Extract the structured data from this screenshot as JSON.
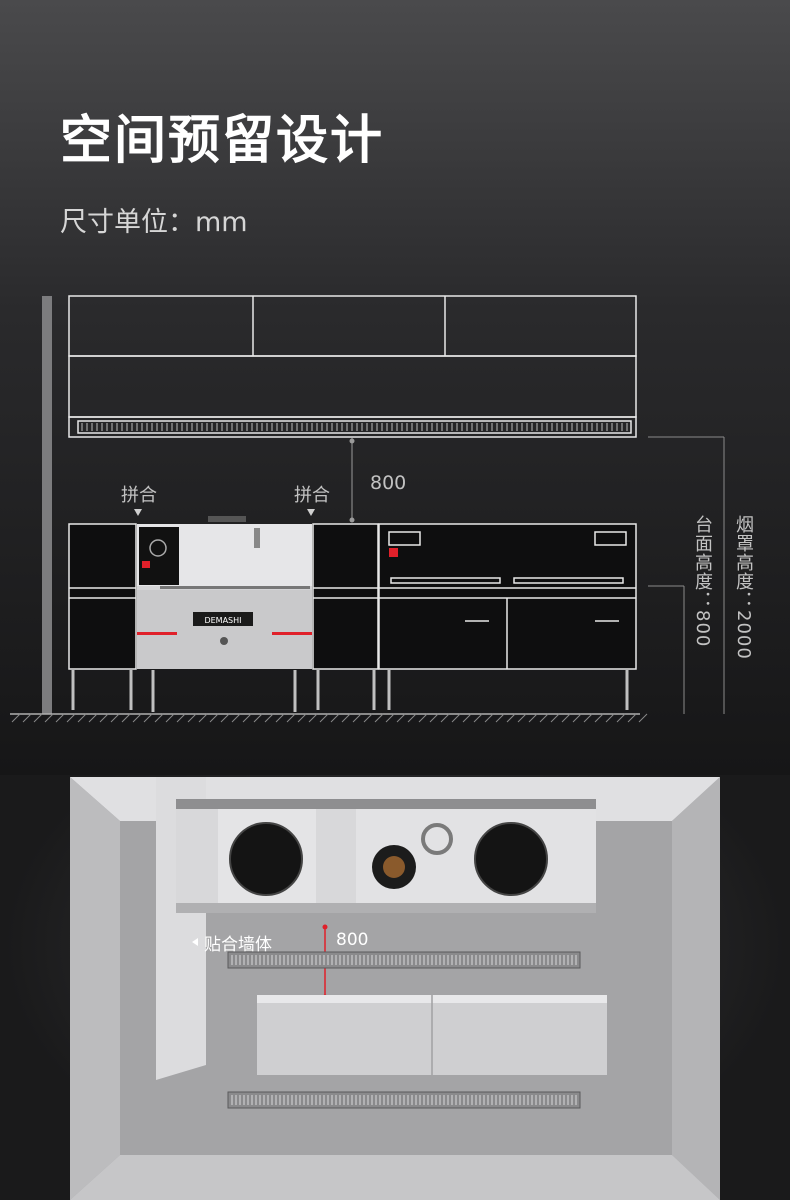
{
  "header": {
    "title": "空间预留设计",
    "subtitle": "尺寸单位：mm"
  },
  "elevation": {
    "join_label_left": "拼合",
    "join_label_right": "拼合",
    "hood_gap": "800",
    "counter_height": "台面高度：800",
    "hood_height": "烟罩高度：2000",
    "brand": "DEMASHI"
  },
  "plan": {
    "wall_label": "贴合墙体",
    "aisle_width": "800"
  },
  "colors": {
    "accent_red": "#e0202a",
    "line_white": "#e8e8e8",
    "steel": "#c8c8ca"
  }
}
